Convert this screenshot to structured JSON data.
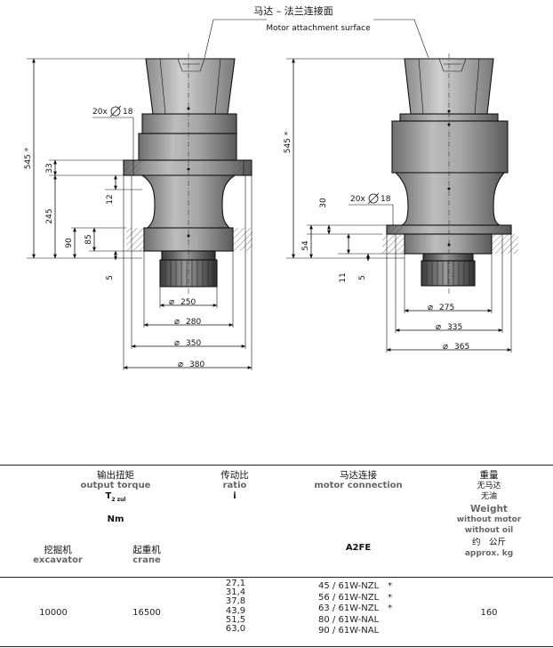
{
  "header": {
    "title_cn": "马达 – 法兰连接面",
    "title_en": "Motor attachment surface"
  },
  "left_drawing": {
    "height_total": "545 *",
    "flange_thickness": "33",
    "dim_12": "12",
    "dim_245": "245",
    "dim_90": "90",
    "dim_85": "85",
    "dim_5": "5",
    "holes": "20x",
    "hole_dia": "18",
    "dia_250": "250",
    "dia_280": "280",
    "dia_350": "350",
    "dia_380": "380"
  },
  "right_drawing": {
    "height_total": "545 *",
    "dim_30": "30",
    "dim_54": "54",
    "dim_11": "11",
    "dim_5": "5",
    "holes": "20x",
    "hole_dia": "18",
    "dia_275": "275",
    "dia_335": "335",
    "dia_365": "365"
  },
  "table": {
    "col1_cn": "输出扭矩",
    "col1_en": "output torque",
    "col1_symbol": "T",
    "col1_symbol_sub": "2 zul",
    "col1_unit": "Nm",
    "sub1_cn": "挖掘机",
    "sub1_en": "excavator",
    "sub2_cn": "起重机",
    "sub2_en": "crane",
    "col2_cn": "传动比",
    "col2_en": "ratio",
    "col2_symbol": "i",
    "col3_cn": "马达连接",
    "col3_en": "motor connection",
    "col3_model": "A2FE",
    "col4_cn": "重量",
    "col4_cn2": "无马达",
    "col4_cn3": "无油",
    "col4_en": "Weight",
    "col4_en2": "without motor",
    "col4_en3": "without oil",
    "col4_cn4": "约　公斤",
    "col4_en4": "approx. kg",
    "row": {
      "excavator": "10000",
      "crane": "16500",
      "ratios": [
        "27,1",
        "31,4",
        "37,8",
        "43,9",
        "51,5",
        "63,0"
      ],
      "motors": [
        "45 / 61W-NZL",
        "56 / 61W-NZL",
        "63 / 61W-NZL",
        "80 / 61W-NAL",
        "90 / 61W-NAL"
      ],
      "motor_marks": [
        "*",
        "*",
        "*",
        "",
        ""
      ],
      "weight": "160"
    }
  }
}
